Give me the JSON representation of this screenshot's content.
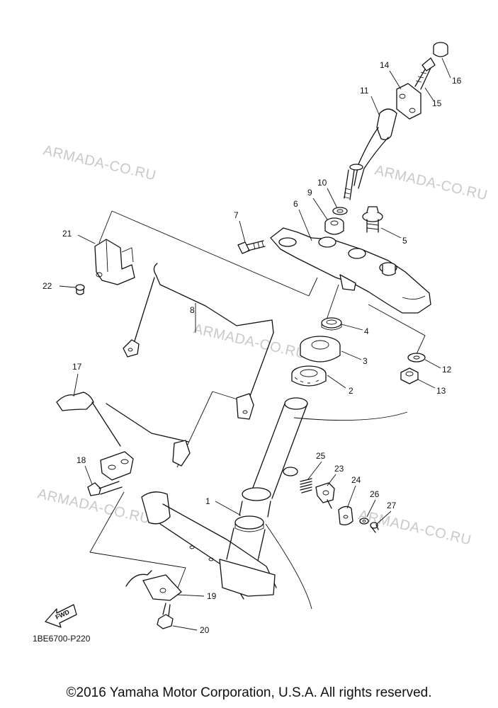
{
  "diagram": {
    "drawing_code": "1BE6700-P220",
    "fwd_label": "FWD",
    "watermark": "ARMADA-CO.RU",
    "callouts": [
      "1",
      "2",
      "3",
      "4",
      "5",
      "6",
      "7",
      "8",
      "9",
      "10",
      "11",
      "12",
      "13",
      "14",
      "15",
      "16",
      "17",
      "18",
      "19",
      "20",
      "21",
      "22",
      "23",
      "24",
      "25",
      "26",
      "27"
    ]
  },
  "footer": {
    "copyright": "©2016 Yamaha Motor Corporation, U.S.A. All rights reserved."
  }
}
